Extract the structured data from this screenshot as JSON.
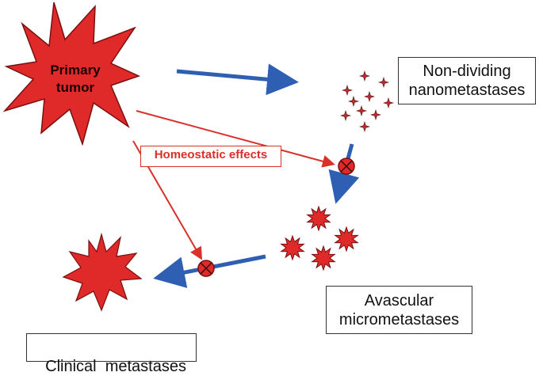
{
  "nodes": {
    "primary_tumor": {
      "line1": "Primary",
      "line2": "tumor"
    },
    "nanometastases": {
      "line1": "Non-dividing",
      "line2": "nanometastases"
    },
    "micrometastases": {
      "line1": "Avascular",
      "line2": "micrometastases"
    },
    "clinical": {
      "label": "Clinical  metastases"
    }
  },
  "effect_label": "Homeostatic effects",
  "colors": {
    "tumor_fill": "#e02a2a",
    "tumor_stroke": "#7a0f0f",
    "arrow_blue": "#2f5fb3",
    "inhibit_red": "#d9302a",
    "dot_fill": "#c0392b"
  }
}
